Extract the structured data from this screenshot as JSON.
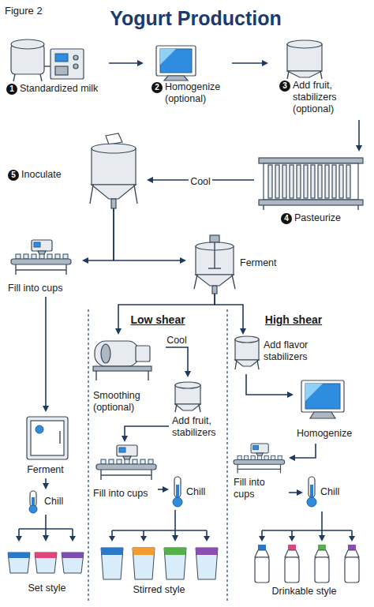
{
  "diagram": {
    "title": "Yogurt Production",
    "nodes": [
      {
        "text": [
          "1",
          "Standardized milk"
        ]
      },
      {
        "text": [
          "2",
          "Homogenize (optional)"
        ]
      },
      {
        "text": [
          "3",
          "Add fruit, stabilizers (optional)"
        ]
      },
      {
        "text": [
          "4",
          "Pasteurize"
        ]
      },
      {
        "text": [
          "5",
          "Inoculate"
        ]
      },
      {
        "text": [
          "Fill into cups"
        ]
      },
      {
        "text": [
          "Ferment"
        ]
      },
      {
        "text": [
          "Smoothing (optional)"
        ]
      },
      {
        "text": [
          "Add fruit, stabilizers"
        ]
      },
      {
        "text": [
          "Fill into cups"
        ]
      },
      {
        "text": [
          "Chill"
        ]
      },
      {
        "text": [
          "Stirred style"
        ]
      },
      {
        "text": [
          "Add flavor stabilizers"
        ]
      },
      {
        "text": [
          "Homogenize"
        ]
      },
      {
        "text": [
          "Fill into cups"
        ]
      },
      {
        "text": [
          "Chill"
        ]
      },
      {
        "text": [
          "Drinkable style"
        ]
      },
      {
        "text": [
          "Ferment"
        ]
      },
      {
        "text": [
          "Chill"
        ]
      },
      {
        "text": [
          "Set style"
        ]
      }
    ],
    "edges": [
      {
        "from": 0,
        "to": 1,
        "arrow": "to"
      },
      {
        "from": 1,
        "to": 2,
        "arrow": "to"
      },
      {
        "from": 2,
        "to": 3,
        "arrow": "to"
      },
      {
        "from": 3,
        "to": 4,
        "label": "Cool",
        "arrow": "to"
      },
      {
        "from": 4,
        "to": 5,
        "arrow": "to"
      },
      {
        "from": 4,
        "to": 6,
        "arrow": "to"
      },
      {
        "from": 6,
        "to": 7,
        "arrow": "to"
      },
      {
        "from": 6,
        "to": 12,
        "arrow": "to"
      },
      {
        "from": 7,
        "to": 8,
        "label": "Cool",
        "arrow": "to"
      },
      {
        "from": 8,
        "to": 9,
        "arrow": "to"
      },
      {
        "from": 9,
        "to": 10,
        "arrow": "to"
      },
      {
        "from": 10,
        "to": 11,
        "arrow": "to"
      },
      {
        "from": 12,
        "to": 13,
        "arrow": "to"
      },
      {
        "from": 13,
        "to": 14,
        "arrow": "to"
      },
      {
        "from": 14,
        "to": 15,
        "arrow": "to"
      },
      {
        "from": 15,
        "to": 16,
        "arrow": "to"
      },
      {
        "from": 5,
        "to": 17,
        "arrow": "to"
      },
      {
        "from": 17,
        "to": 18,
        "arrow": "to"
      },
      {
        "from": 18,
        "to": 19,
        "arrow": "to"
      }
    ],
    "labels": [
      "Figure 2",
      "Low shear",
      "High shear"
    ]
  }
}
